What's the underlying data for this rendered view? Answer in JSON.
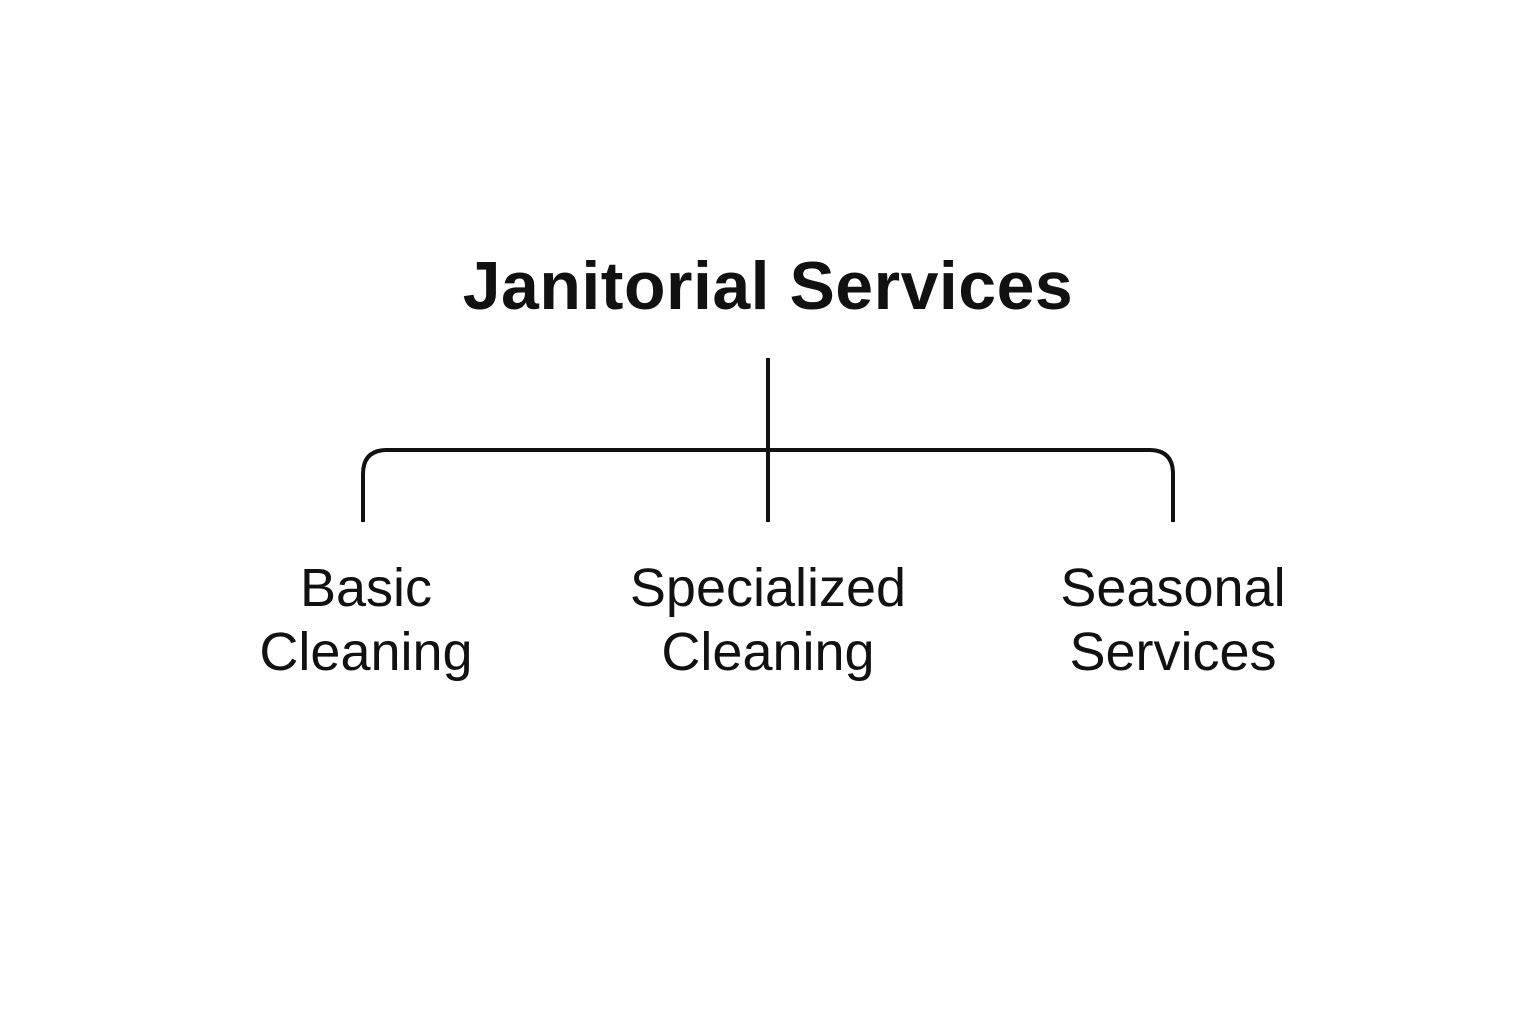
{
  "diagram": {
    "root": {
      "label": "Janitorial Services"
    },
    "children": [
      {
        "line1": "Basic",
        "line2": "Cleaning"
      },
      {
        "line1": "Specialized",
        "line2": "Cleaning"
      },
      {
        "line1": "Seasonal",
        "line2": "Services"
      }
    ],
    "colors": {
      "background": "#ffffff",
      "text": "#111111",
      "line": "#111111"
    }
  }
}
